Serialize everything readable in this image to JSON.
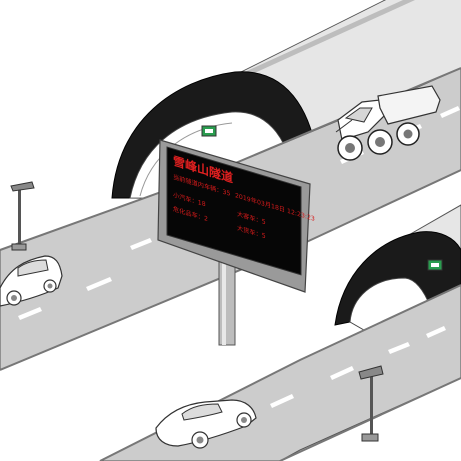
{
  "sign": {
    "title": "雪峰山隧道",
    "timestamp": "2019年03月18日 12:23:23",
    "detector_label": "当前隧道内车辆：35",
    "row1_left": "小汽车：18",
    "row1_right": "大客车：5",
    "row2_left": "危化品车：2",
    "row2_right": "大货车：5"
  },
  "colors": {
    "tunnel_portal": "#1a1a1a",
    "tunnel_body": "#e6e6e6",
    "road": "#cccccc",
    "sign_face": "#060606",
    "sign_text": "#d61b1b",
    "tunnel_lamp": "#2a9d4f"
  },
  "icons": [
    "sedan-car-icon",
    "sports-car-icon",
    "dump-truck-icon",
    "surveillance-camera-icon",
    "tunnel-lamp-icon"
  ]
}
